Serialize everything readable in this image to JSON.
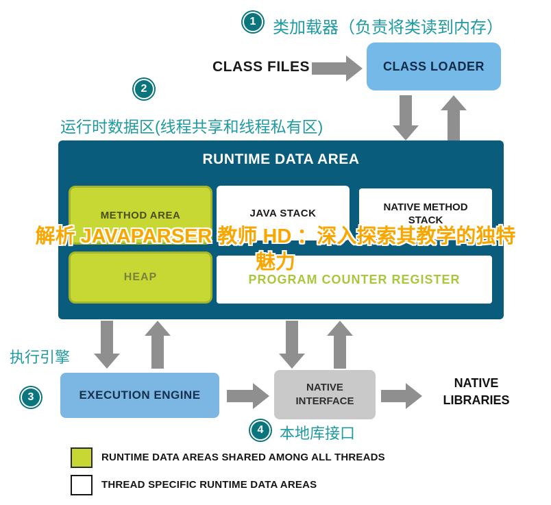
{
  "overlay": {
    "title": "解析 JAVAPARSER 教师 HD ：深入探索其教学的独特魅力"
  },
  "steps": [
    {
      "num": "1",
      "label": "类加载器（负责将类读到内存）"
    },
    {
      "num": "2",
      "label": "运行时数据区(线程共享和线程私有区)"
    },
    {
      "num": "3",
      "label": "执行引擎"
    },
    {
      "num": "4",
      "label": "本地库接口"
    }
  ],
  "diagram": {
    "class_files": "CLASS FILES",
    "class_loader": "CLASS LOADER",
    "runtime_title": "RUNTIME DATA AREA",
    "method_area": "METHOD AREA",
    "java_stack": "JAVA STACK",
    "native_method_stack": "NATIVE METHOD STACK",
    "heap": "HEAP",
    "pc_register": "PROGRAM COUNTER REGISTER",
    "execution_engine": "EXECUTION ENGINE",
    "native_interface": "NATIVE INTERFACE",
    "native_libraries": "NATIVE LIBRARIES"
  },
  "legend": [
    {
      "label": "RUNTIME DATA AREAS SHARED AMONG ALL THREADS"
    },
    {
      "label": "THREAD SPECIFIC RUNTIME DATA AREAS"
    }
  ],
  "colors": {
    "teal_text": "#1f9aa0",
    "teal_circle": "#0b757d",
    "runtime_bg": "#0a5c7d",
    "shared_green": "#c7d733",
    "box_blue": "#74b9e8",
    "arrow_gray": "#8f8f8f",
    "overlay_orange": "#f8a702",
    "native_interface_gray": "#c9c9c9"
  }
}
